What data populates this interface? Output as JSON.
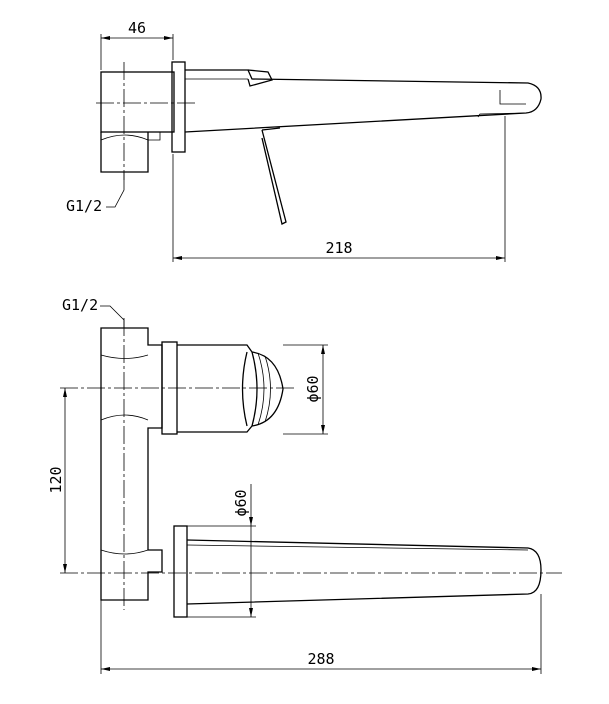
{
  "dimensions": {
    "top_width": "46",
    "top_length": "218",
    "side_height": "120",
    "lever_dia": "ϕ60",
    "plate_dia": "ϕ60",
    "total_length": "288"
  },
  "threads": {
    "top": "G1/2",
    "bottom": "G1/2"
  }
}
